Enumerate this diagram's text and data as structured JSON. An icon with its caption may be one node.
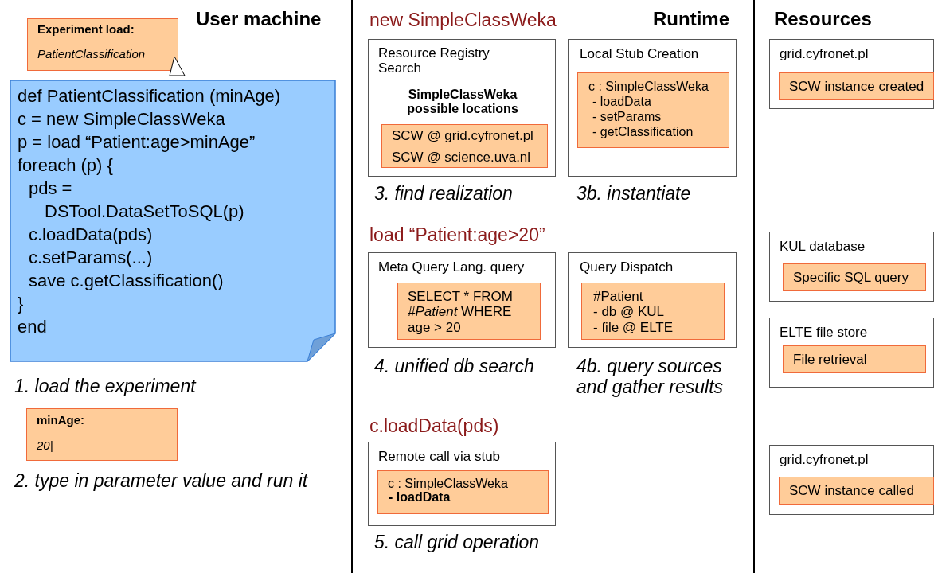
{
  "diagram": {
    "nodes": [
      {
        "text": [
          "Experiment load:",
          "PatientClassification"
        ]
      },
      {
        "text": [
          "def PatientClassification (minAge)",
          "c = new SimpleClassWeka",
          "p = load “Patient:age>minAge”",
          "foreach (p) {",
          "pds =",
          "DSTool.DataSetToSQL(p)",
          "c.loadData(pds)",
          "c.setParams(...)",
          "save c.getClassification()",
          "}",
          "end"
        ]
      },
      {
        "text": [
          "minAge:",
          "20|"
        ]
      },
      {
        "text": [
          "Resource Registry Search",
          "SimpleClassWeka possible locations"
        ],
        "beside": [
          "3. find realization"
        ]
      },
      {
        "text": [
          "SCW @ grid.cyfronet.pl"
        ],
        "in": 3
      },
      {
        "text": [
          "SCW @ science.uva.nl"
        ],
        "in": 3
      },
      {
        "text": [
          "Local Stub Creation"
        ],
        "beside": [
          "3b. instantiate"
        ]
      },
      {
        "text": [
          "c : SimpleClassWeka",
          "- loadData",
          "- setParams",
          "- getClassification"
        ],
        "in": 6
      },
      {
        "text": [
          "Meta Query Lang. query"
        ],
        "beside": [
          "4. unified db search"
        ]
      },
      {
        "text": [
          "SELECT * FROM",
          "*#Patient* WHERE",
          "age > 20"
        ],
        "in": 8
      },
      {
        "text": [
          "Query Dispatch"
        ],
        "beside": [
          "4b. query sources and gather results"
        ]
      },
      {
        "text": [
          "#Patient",
          "- db @ KUL",
          "- file @ ELTE"
        ],
        "in": 10
      },
      {
        "text": [
          "Remote call via stub"
        ],
        "beside": [
          "5. call grid operation"
        ]
      },
      {
        "text": [
          "c : SimpleClassWeka",
          "- loadData"
        ],
        "in": 12
      },
      {
        "text": [
          "grid.cyfronet.pl"
        ]
      },
      {
        "text": [
          "SCW instance created"
        ],
        "in": 14
      },
      {
        "text": [
          "KUL database"
        ]
      },
      {
        "text": [
          "Specific SQL query"
        ],
        "in": 16
      },
      {
        "text": [
          "ELTE file store"
        ]
      },
      {
        "text": [
          "File retrieval"
        ],
        "in": 18
      },
      {
        "text": [
          "grid.cyfronet.pl"
        ]
      },
      {
        "text": [
          "SCW instance called"
        ],
        "in": 20
      }
    ],
    "labels": [
      "User machine",
      "new SimpleClassWeka",
      "Runtime",
      "Resources",
      "load “Patient:age>20”",
      "c.loadData(pds)",
      "1. load the experiment",
      "2. type in parameter value and run it"
    ]
  }
}
